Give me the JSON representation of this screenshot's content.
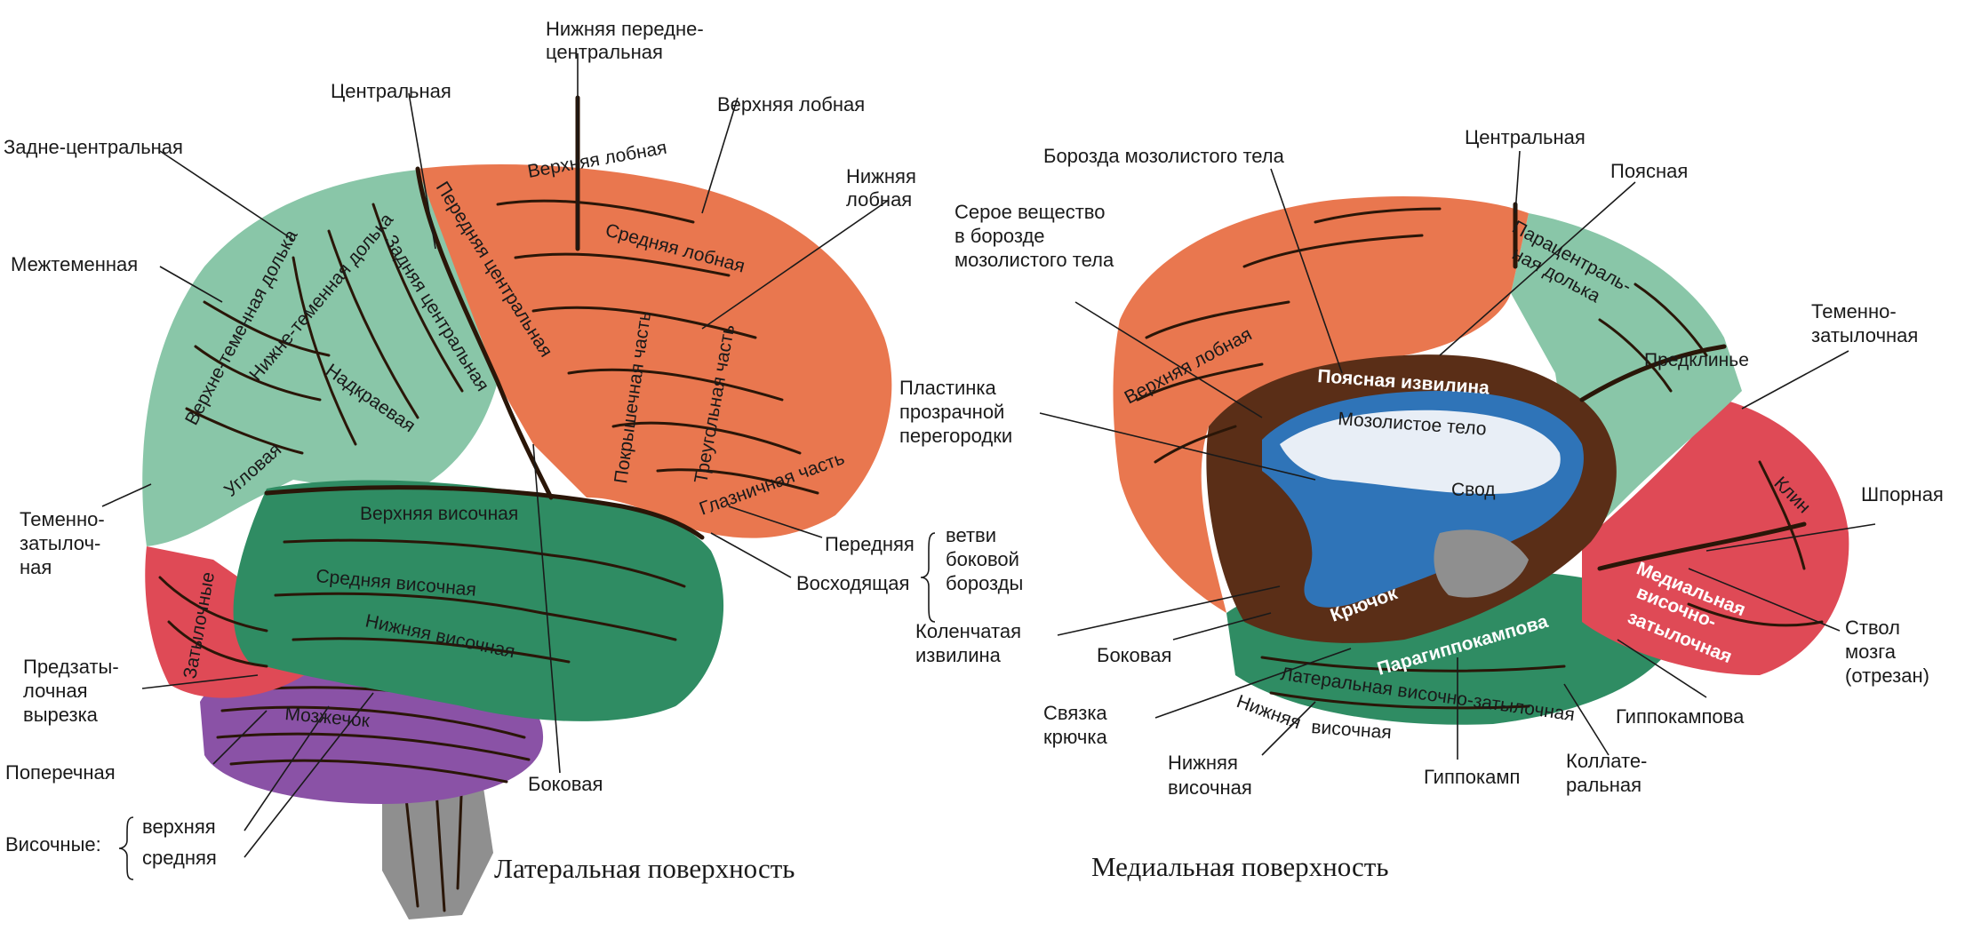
{
  "colors": {
    "frontal": "#e9774f",
    "parietal": "#89c6a8",
    "temporal": "#2f8c63",
    "occipital": "#df4a56",
    "cerebellum": "#8a52a6",
    "brainstem": "#8f8f8f",
    "cingulate_dark": "#5a2e17",
    "callosum_blue": "#2f74b8",
    "callosum_light": "#e8eef6"
  },
  "lateral": {
    "caption": "Латеральная поверхность",
    "outer": {
      "inferior_precentral_1": "Нижняя передне-",
      "inferior_precentral_2": "центральная",
      "central": "Центральная",
      "superior_frontal": "Верхняя лобная",
      "postcentral": "Задне-центральная",
      "inferior_frontal_1": "Нижняя",
      "inferior_frontal_2": "лобная",
      "intraparietal": "Межтеменная",
      "parieto_occipital_1": "Теменно-",
      "parieto_occipital_2": "затылоч-",
      "parieto_occipital_3": "ная",
      "preoccipital_notch_1": "Предзаты-",
      "preoccipital_notch_2": "лочная",
      "preoccipital_notch_3": "вырезка",
      "transverse": "Поперечная",
      "temporal_group": "Височные:",
      "temporal_upper": "верхняя",
      "temporal_middle": "средняя",
      "anterior_branch": "Передняя",
      "ascending_branch": "Восходящая",
      "branches_1": "ветви",
      "branches_2": "боковой",
      "branches_3": "борозды",
      "lateral_sulcus": "Боковая"
    },
    "inner": {
      "superior_frontal_gyrus": "Верхняя лобная",
      "middle_frontal_gyrus": "Средняя лобная",
      "precentral_gyrus": "Передняя центральная",
      "postcentral_gyrus": "Задняя центральная",
      "superior_parietal": "Верхне-теменная долька",
      "inferior_parietal": "Нижне-теменная долька",
      "supramarginal": "Надкраевая",
      "angular": "Угловая",
      "occipital": "Затылочные",
      "opercular": "Покрышечная часть",
      "triangular": "Треугольная часть",
      "orbital": "Глазничная часть",
      "superior_temporal": "Верхняя височная",
      "middle_temporal": "Средняя височная",
      "inferior_temporal": "Нижняя височная",
      "cerebellum": "Мозжечок"
    }
  },
  "medial": {
    "caption": "Медиальная поверхность",
    "outer": {
      "callosal_sulcus": "Борозда мозолистого тела",
      "central": "Центральная",
      "cingulate": "Поясная",
      "grey_matter_1": "Серое вещество",
      "grey_matter_2": "в борозде",
      "grey_matter_3": "мозолистого тела",
      "septum_1": "Пластинка",
      "septum_2": "прозрачной",
      "septum_3": "перегородки",
      "parieto_occipital_1": "Теменно-",
      "parieto_occipital_2": "затылочная",
      "calcarine": "Шпорная",
      "dentate_1": "Коленчатая",
      "dentate_2": "извилина",
      "lateral": "Боковая",
      "brainstem_1": "Ствол",
      "brainstem_2": "мозга",
      "brainstem_3": "(отрезан)",
      "uncus_band_1": "Связка",
      "uncus_band_2": "крючка",
      "hippocampal": "Гиппокампова",
      "inferior_temporal_1": "Нижняя",
      "inferior_temporal_2": "височная",
      "hippocampus": "Гиппокамп",
      "collateral_1": "Коллате-",
      "collateral_2": "ральная"
    },
    "inner": {
      "superior_frontal": "Верхняя лобная",
      "paracentral_1": "Парацентраль-",
      "paracentral_2": "ная долька",
      "precuneus": "Предклинье",
      "cuneus": "Клин",
      "cingulate_gyrus": "Поясная извилина",
      "corpus_callosum": "Мозолистое тело",
      "fornix": "Свод",
      "uncus": "Крючок",
      "parahippocampal": "Парагиппокампова",
      "medial_occipitotemporal_1": "Медиальная",
      "medial_occipitotemporal_2": "височно-",
      "medial_occipitotemporal_3": "затылочная",
      "lateral_occipitotemporal": "Латеральная височно-затылочная",
      "inferior_temporal_1": "Нижняя",
      "inferior_temporal_2": "височная"
    }
  }
}
